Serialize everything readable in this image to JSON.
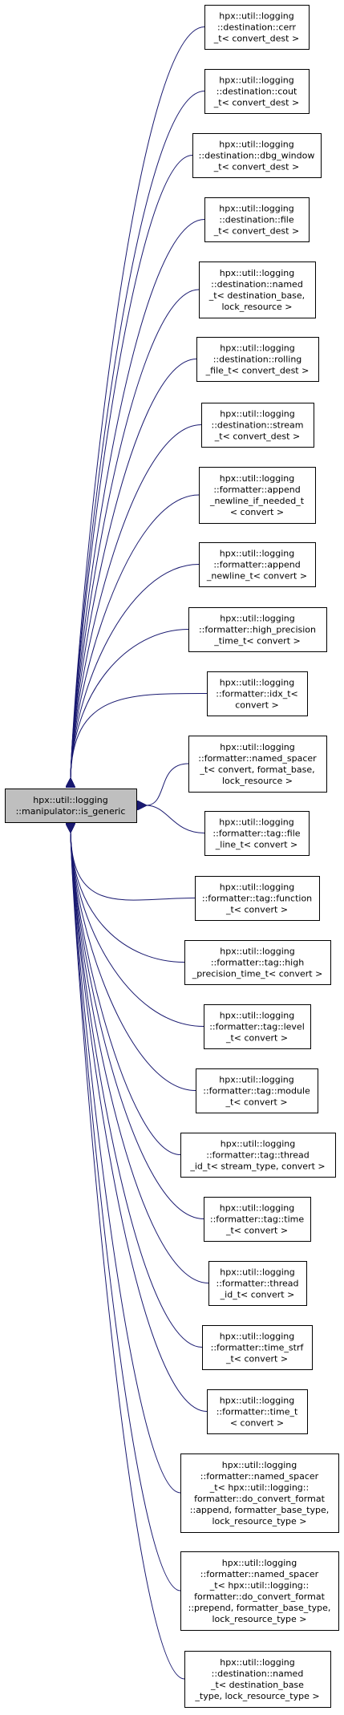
{
  "diagram": {
    "base_class": {
      "lines": [
        "hpx::util::logging",
        "::manipulator::is_generic"
      ]
    },
    "derived_classes": [
      {
        "lines": [
          "hpx::util::logging",
          "::destination::cerr",
          "_t< convert_dest >"
        ]
      },
      {
        "lines": [
          "hpx::util::logging",
          "::destination::cout",
          "_t< convert_dest >"
        ]
      },
      {
        "lines": [
          "hpx::util::logging",
          "::destination::dbg_window",
          "_t< convert_dest >"
        ]
      },
      {
        "lines": [
          "hpx::util::logging",
          "::destination::file",
          "_t< convert_dest >"
        ]
      },
      {
        "lines": [
          "hpx::util::logging",
          "::destination::named",
          "_t< destination_base,",
          "lock_resource >"
        ]
      },
      {
        "lines": [
          "hpx::util::logging",
          "::destination::rolling",
          "_file_t< convert_dest >"
        ]
      },
      {
        "lines": [
          "hpx::util::logging",
          "::destination::stream",
          "_t< convert_dest >"
        ]
      },
      {
        "lines": [
          "hpx::util::logging",
          "::formatter::append",
          "_newline_if_needed_t",
          "< convert >"
        ]
      },
      {
        "lines": [
          "hpx::util::logging",
          "::formatter::append",
          "_newline_t< convert >"
        ]
      },
      {
        "lines": [
          "hpx::util::logging",
          "::formatter::high_precision",
          "_time_t< convert >"
        ]
      },
      {
        "lines": [
          "hpx::util::logging",
          "::formatter::idx_t<",
          "convert >"
        ]
      },
      {
        "lines": [
          "hpx::util::logging",
          "::formatter::named_spacer",
          "_t< convert, format_base,",
          "lock_resource >"
        ]
      },
      {
        "lines": [
          "hpx::util::logging",
          "::formatter::tag::file",
          "_line_t< convert >"
        ]
      },
      {
        "lines": [
          "hpx::util::logging",
          "::formatter::tag::function",
          "_t< convert >"
        ]
      },
      {
        "lines": [
          "hpx::util::logging",
          "::formatter::tag::high",
          "_precision_time_t< convert >"
        ]
      },
      {
        "lines": [
          "hpx::util::logging",
          "::formatter::tag::level",
          "_t< convert >"
        ]
      },
      {
        "lines": [
          "hpx::util::logging",
          "::formatter::tag::module",
          "_t< convert >"
        ]
      },
      {
        "lines": [
          "hpx::util::logging",
          "::formatter::tag::thread",
          "_id_t< stream_type, convert >"
        ]
      },
      {
        "lines": [
          "hpx::util::logging",
          "::formatter::tag::time",
          "_t< convert >"
        ]
      },
      {
        "lines": [
          "hpx::util::logging",
          "::formatter::thread",
          "_id_t< convert >"
        ]
      },
      {
        "lines": [
          "hpx::util::logging",
          "::formatter::time_strf",
          "_t< convert >"
        ]
      },
      {
        "lines": [
          "hpx::util::logging",
          "::formatter::time_t",
          "< convert >"
        ]
      },
      {
        "lines": [
          "hpx::util::logging",
          "::formatter::named_spacer",
          "_t< hpx::util::logging::",
          "formatter::do_convert_format",
          "::append, formatter_base_type,",
          "lock_resource_type >"
        ]
      },
      {
        "lines": [
          "hpx::util::logging",
          "::formatter::named_spacer",
          "_t< hpx::util::logging::",
          "formatter::do_convert_format",
          "::prepend, formatter_base_type,",
          "lock_resource_type >"
        ]
      },
      {
        "lines": [
          "hpx::util::logging",
          "::destination::named",
          "_t< destination_base",
          "_type, lock_resource_type >"
        ]
      }
    ],
    "colors": {
      "edge": "#191970",
      "node_border": "#000000",
      "node_fill": "#ffffff",
      "base_fill": "#bfbfbf",
      "text": "#000000"
    }
  }
}
